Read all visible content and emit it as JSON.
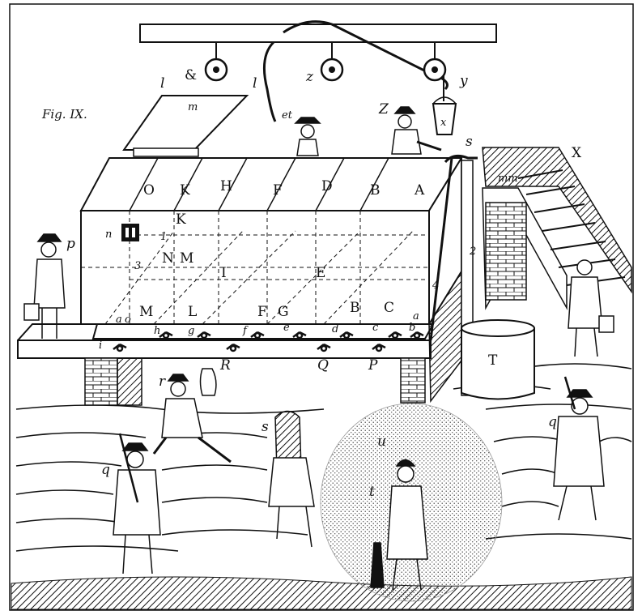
{
  "figure": {
    "caption": "Fig. IX."
  },
  "colors": {
    "ink": "#111111",
    "paper": "#ffffff",
    "halo": "#cfcfcf"
  },
  "tank_top_labels": [
    "O",
    "K",
    "H",
    "F",
    "D",
    "B",
    "A"
  ],
  "tank_front_labels": {
    "k": "K",
    "n": "N",
    "m_upper": "M",
    "i": "I",
    "e": "E",
    "m_lower": "M",
    "l": "L",
    "f": "F",
    "g": "G",
    "b": "B",
    "c": "C",
    "num1": "1",
    "num3": "3",
    "num2": "2",
    "num4": "4"
  },
  "pulley_labels": {
    "ampersand": "&",
    "z": "z",
    "y": "y",
    "x_bucket": "x"
  },
  "lid_labels": {
    "l_left": "l",
    "l_right": "l",
    "m": "m"
  },
  "figure_labels": {
    "et": "et",
    "Z": "Z",
    "s_top": "s",
    "X": "X",
    "mm": "mm",
    "n": "n",
    "p": "p",
    "r": "r",
    "s_bottom": "s",
    "q_left": "q",
    "q_right": "q",
    "u": "u",
    "t": "t",
    "T": "T"
  },
  "tap_labels": {
    "a_left": "a",
    "o": "o",
    "i": "i",
    "h": "h",
    "g": "g",
    "f": "f",
    "e": "e",
    "d": "d",
    "c": "c",
    "b": "b",
    "a_right": "a",
    "R": "R",
    "Q": "Q",
    "P": "P"
  }
}
